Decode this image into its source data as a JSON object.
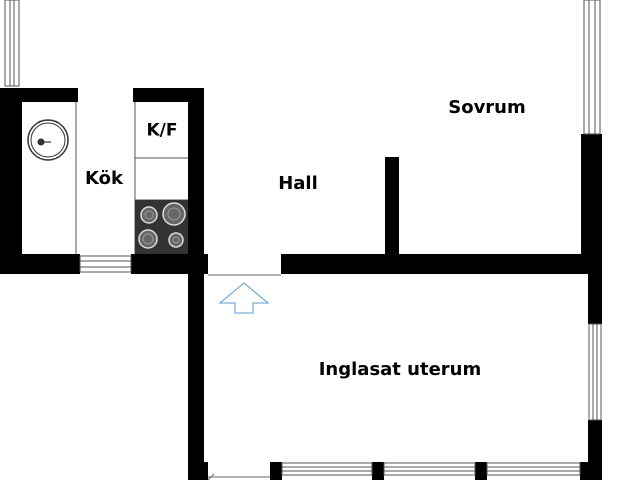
{
  "rooms": {
    "sovrum": "Sovrum",
    "hall": "Hall",
    "kok": "Kök",
    "kf": "K/F",
    "uterum": "Inglasat uterum"
  },
  "colors": {
    "wall": "#000000",
    "window_frame": "#555555",
    "stove": "#333333",
    "entry_arrow": "#5b9bd5"
  },
  "icons": [
    "sink-icon",
    "stove-icon",
    "entry-arrow-icon"
  ]
}
